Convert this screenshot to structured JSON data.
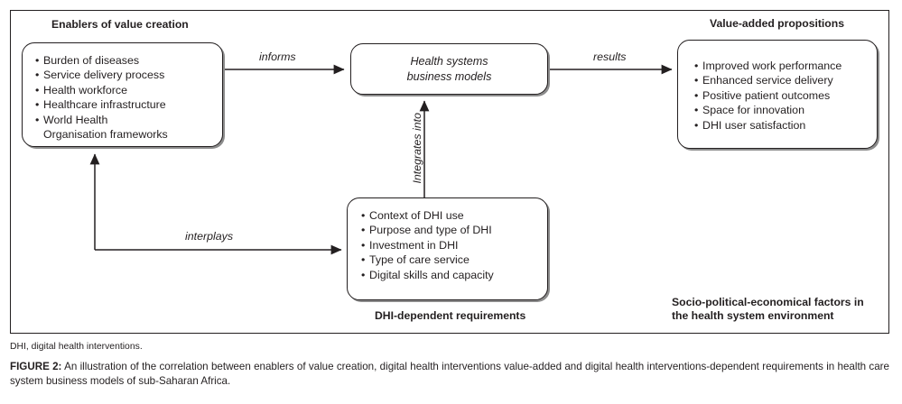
{
  "figure": {
    "headings": {
      "enablers": "Enablers of value creation",
      "value_added": "Value-added propositions",
      "dhi_requirements": "DHI-dependent requirements",
      "socio_political": "Socio-political-economical factors in the health system environment"
    },
    "boxes": {
      "enablers": {
        "items": [
          "Burden of diseases",
          "Service delivery process",
          "Health workforce",
          "Healthcare infrastructure",
          "World Health"
        ],
        "continuation": "Organisation frameworks"
      },
      "central": {
        "line1": "Health systems",
        "line2": "business models"
      },
      "value_added": {
        "items": [
          "Improved work performance",
          "Enhanced service delivery",
          "Positive patient outcomes",
          "Space for innovation",
          "DHI user satisfaction"
        ]
      },
      "dhi_requirements": {
        "items": [
          "Context of DHI use",
          "Purpose and type of DHI",
          "Investment in DHI",
          "Type of care service",
          "Digital skills and capacity"
        ]
      }
    },
    "edge_labels": {
      "informs": "informs",
      "results": "results",
      "integrates_into": "Integrates into",
      "interplays": "interplays"
    },
    "bullet_glyph": "•",
    "colors": {
      "stroke": "#231f20",
      "shadow": "#8c8c8c",
      "background": "#ffffff"
    }
  },
  "caption": {
    "abbreviation_note": "DHI, digital health interventions.",
    "label": "FIGURE 2:",
    "text": " An illustration of the correlation between enablers of value creation, digital health interventions value-added and digital health interventions-dependent requirements in health care system business models of sub-Saharan Africa."
  }
}
